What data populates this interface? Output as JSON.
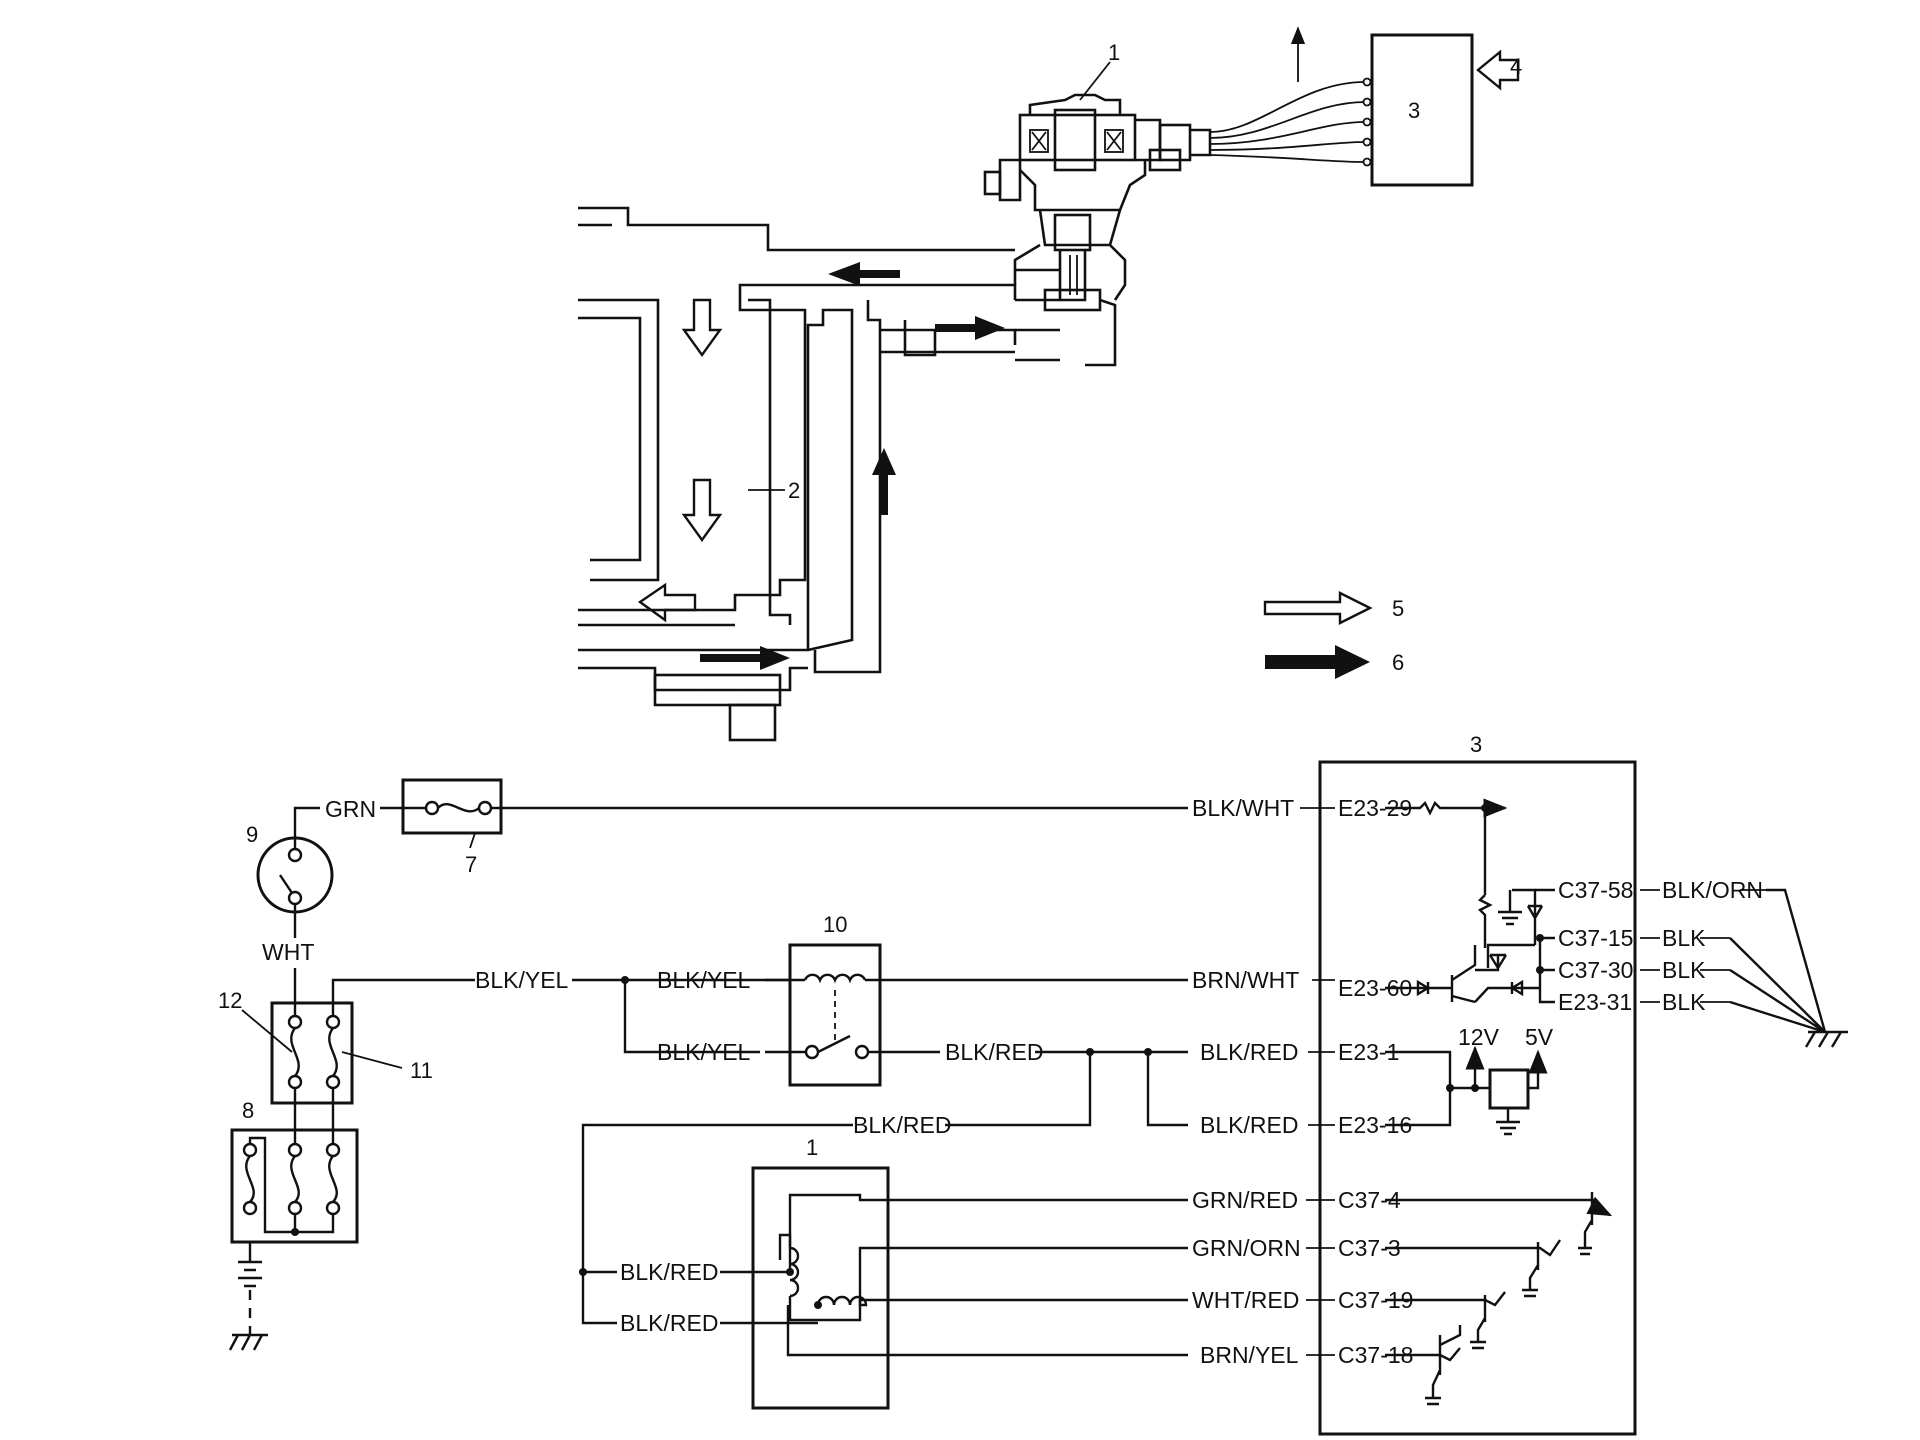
{
  "callouts": {
    "n1_top": "1",
    "n2": "2",
    "n3_top": "3",
    "n4": "4",
    "n5": "5",
    "n6": "6",
    "n3_ecm": "3",
    "n7": "7",
    "n8": "8",
    "n9": "9",
    "n10": "10",
    "n11": "11",
    "n12": "12",
    "n1_bottom": "1"
  },
  "wires": {
    "grn": "GRN",
    "wht": "WHT",
    "blk_yel_main": "BLK/YEL",
    "blk_yel_relay_top": "BLK/YEL",
    "blk_yel_relay_bottom": "BLK/YEL",
    "blk_wht": "BLK/WHT",
    "brn_wht": "BRN/WHT",
    "blk_red_relay_out": "BLK/RED",
    "blk_red_e23_1": "BLK/RED",
    "blk_red_e23_16": "BLK/RED",
    "blk_red_feed": "BLK/RED",
    "blk_red_coil_top": "BLK/RED",
    "blk_red_coil_bottom": "BLK/RED",
    "grn_red": "GRN/RED",
    "grn_orn": "GRN/ORN",
    "wht_red": "WHT/RED",
    "brn_yel": "BRN/YEL",
    "blk_orn": "BLK/ORN",
    "blk_1": "BLK",
    "blk_2": "BLK",
    "blk_3": "BLK"
  },
  "terminals": {
    "e23_29": "E23-29",
    "e23_60": "E23-60",
    "e23_1": "E23-1",
    "e23_16": "E23-16",
    "c37_4": "C37-4",
    "c37_3": "C37-3",
    "c37_19": "C37-19",
    "c37_18": "C37-18",
    "c37_58": "C37-58",
    "c37_15": "C37-15",
    "c37_30": "C37-30",
    "e23_31": "E23-31"
  },
  "voltages": {
    "v12": "12V",
    "v5": "5V"
  }
}
